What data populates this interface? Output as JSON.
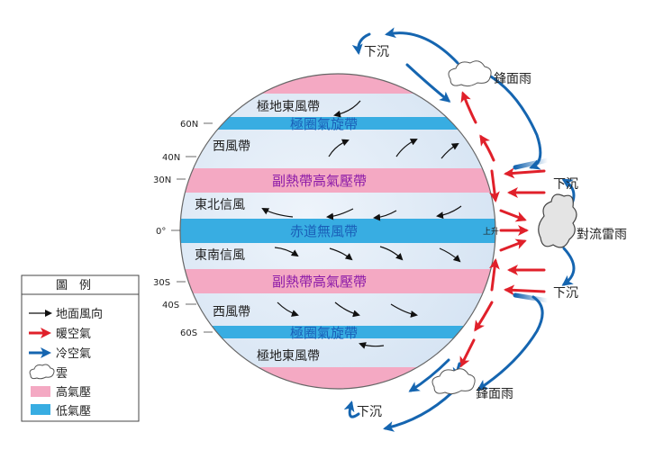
{
  "latitude_marks": {
    "n60": "60N",
    "n40": "40N",
    "n30": "30N",
    "eq": "0°",
    "s30": "30S",
    "s40": "40S",
    "s60": "60S"
  },
  "zones": {
    "polar_easterlies_n": "極地東風帶",
    "subpolar_low_n": "極圈氣旋帶",
    "westerlies_n": "西風帶",
    "subtropical_high_n": "副熱帶高氣壓帶",
    "ne_trades": "東北信風",
    "equatorial_low": "赤道無風帶",
    "se_trades": "東南信風",
    "subtropical_high_s": "副熱帶高氣壓帶",
    "westerlies_s": "西風帶",
    "subpolar_low_s": "極圈氣旋帶",
    "polar_easterlies_s": "極地東風帶"
  },
  "side_labels": {
    "sink_top": "下沉",
    "frontal_rain_top": "鋒面雨",
    "sink_upper_mid": "下沉",
    "rise": "上升",
    "convective_rain": "對流雷雨",
    "sink_lower_mid": "下沉",
    "frontal_rain_bottom": "鋒面雨",
    "sink_bottom": "下沉"
  },
  "legend": {
    "title": "圖　例",
    "items": [
      {
        "symbol": "arrow-black-icon",
        "label": "地面風向"
      },
      {
        "symbol": "arrow-red-icon",
        "label": "暖空氣"
      },
      {
        "symbol": "arrow-blue-icon",
        "label": "冷空氣"
      },
      {
        "symbol": "cloud-icon",
        "label": "雲"
      },
      {
        "symbol": "pink-swatch",
        "label": "高氣壓"
      },
      {
        "symbol": "blue-swatch",
        "label": "低氣壓"
      }
    ]
  },
  "colors": {
    "high_pressure": "#f4a9c3",
    "low_pressure": "#38ade2",
    "warm_air": "#e0202a",
    "cold_air": "#1565b0",
    "globe_fill": "#dde9f5",
    "surface_wind": "#111111"
  }
}
